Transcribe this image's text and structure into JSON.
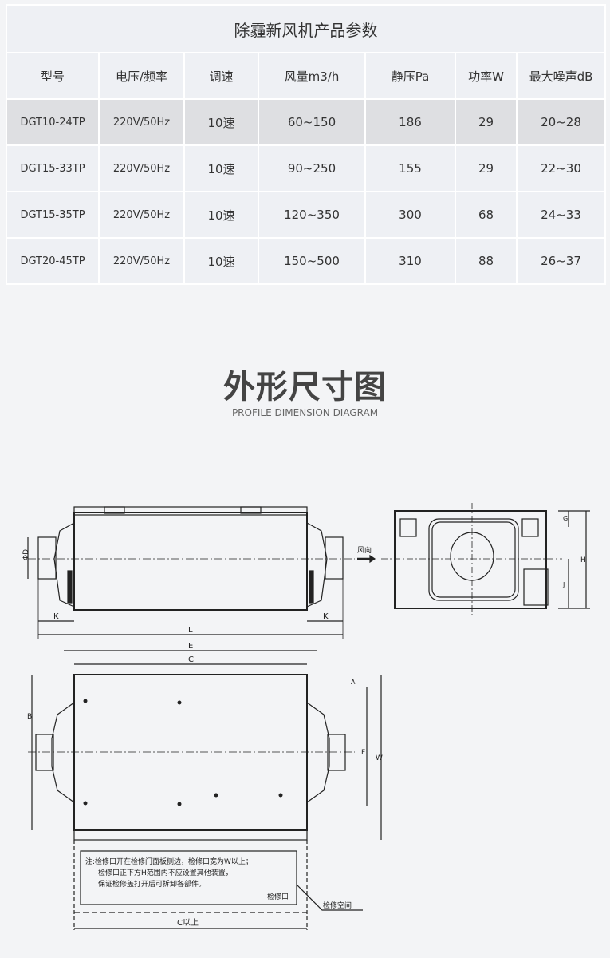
{
  "table": {
    "title": "除霾新风机产品参数",
    "headers": [
      "型号",
      "电压/频率",
      "调速",
      "风量m3/h",
      "静压Pa",
      "功率W",
      "最大噪声dB"
    ],
    "rows": [
      [
        "DGT10-24TP",
        "220V/50Hz",
        "10速",
        "60~150",
        "186",
        "29",
        "20~28"
      ],
      [
        "DGT15-33TP",
        "220V/50Hz",
        "10速",
        "90~250",
        "155",
        "29",
        "22~30"
      ],
      [
        "DGT15-35TP",
        "220V/50Hz",
        "10速",
        "120~350",
        "300",
        "68",
        "24~33"
      ],
      [
        "DGT20-45TP",
        "220V/50Hz",
        "10速",
        "150~500",
        "310",
        "88",
        "26~37"
      ]
    ]
  },
  "section": {
    "title": "外形尺寸图",
    "subtitle": "PROFILE DIMENSION DIAGRAM"
  },
  "diagram": {
    "labels": {
      "D": "ΦD",
      "K": "K",
      "L": "L",
      "wind": "风向",
      "G": "G",
      "H": "H",
      "J": "J",
      "E": "E",
      "C": "C",
      "A": "A",
      "B": "B",
      "F": "F",
      "W": "W",
      "c_min": "C以上",
      "access_space": "检修空间",
      "access_port": "检修口"
    },
    "note": [
      "注:检修口开在检修门面板侧边，检修口宽为W以上；",
      "检修口正下方H范围内不应设置其他装置，",
      "保证检修盖打开后可拆卸各部件。"
    ]
  }
}
